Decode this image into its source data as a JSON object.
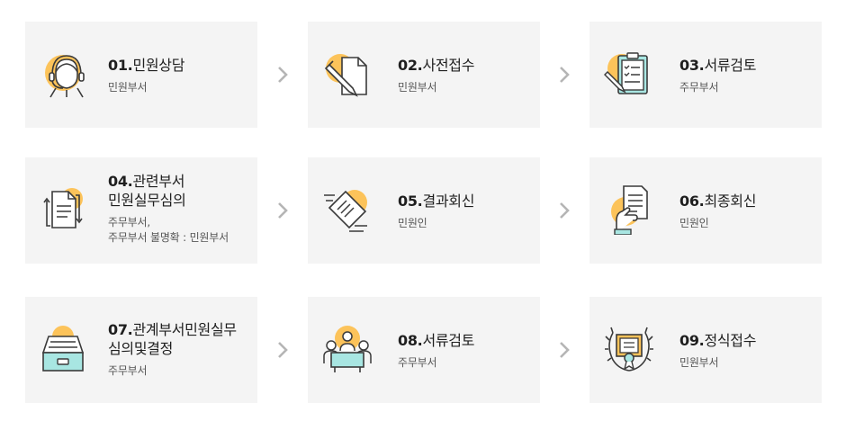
{
  "steps": [
    {
      "num": "01.",
      "title": "민원상담",
      "subtitle": "민원부서",
      "icon": "counselor-headset-icon"
    },
    {
      "num": "02.",
      "title": "사전접수",
      "subtitle": "민원부서",
      "icon": "pen-document-icon"
    },
    {
      "num": "03.",
      "title": "서류검토",
      "subtitle": "주무부서",
      "icon": "clipboard-checklist-icon"
    },
    {
      "num": "04.",
      "title_line1": "관련부서",
      "title_line2": "민원실무심의",
      "subtitle_line1": "주무부서,",
      "subtitle_line2": "주무부서 불명확 : 민원부서",
      "icon": "document-exchange-icon"
    },
    {
      "num": "05.",
      "title": "결과회신",
      "subtitle": "민원인",
      "icon": "flying-document-icon"
    },
    {
      "num": "06.",
      "title": "최종회신",
      "subtitle": "민원인",
      "icon": "hand-document-icon"
    },
    {
      "num": "07.",
      "title_line1": "관계부서민원실무",
      "title_line2": "심의및결정",
      "subtitle": "주무부서",
      "icon": "file-drawer-icon"
    },
    {
      "num": "08.",
      "title": "서류검토",
      "subtitle": "주무부서",
      "icon": "meeting-table-icon"
    },
    {
      "num": "09.",
      "title": "정식접수",
      "subtitle": "민원부서",
      "icon": "certificate-laurel-icon"
    }
  ],
  "colors": {
    "accent": "#fcc35a",
    "card_bg": "#f4f4f4",
    "line": "#3a3a3a",
    "teal": "#a8e6e2",
    "arrow": "#b5b5b5"
  }
}
